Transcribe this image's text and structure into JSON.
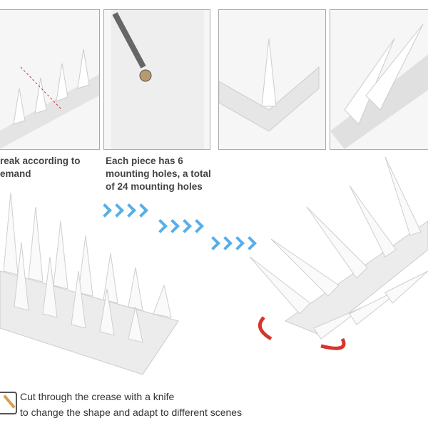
{
  "captions": {
    "step1": [
      "reak according to",
      "emand"
    ],
    "step2": [
      "Each piece has 6",
      "mounting holes, a total",
      "of 24 mounting holes"
    ]
  },
  "footer": {
    "line1": "Cut through the crease with a knife",
    "line2": "to change the shape and adapt to different scenes",
    "icon": "knife-icon"
  },
  "colors": {
    "arrow": "#5aaee8",
    "rotate": "#d9342b"
  }
}
